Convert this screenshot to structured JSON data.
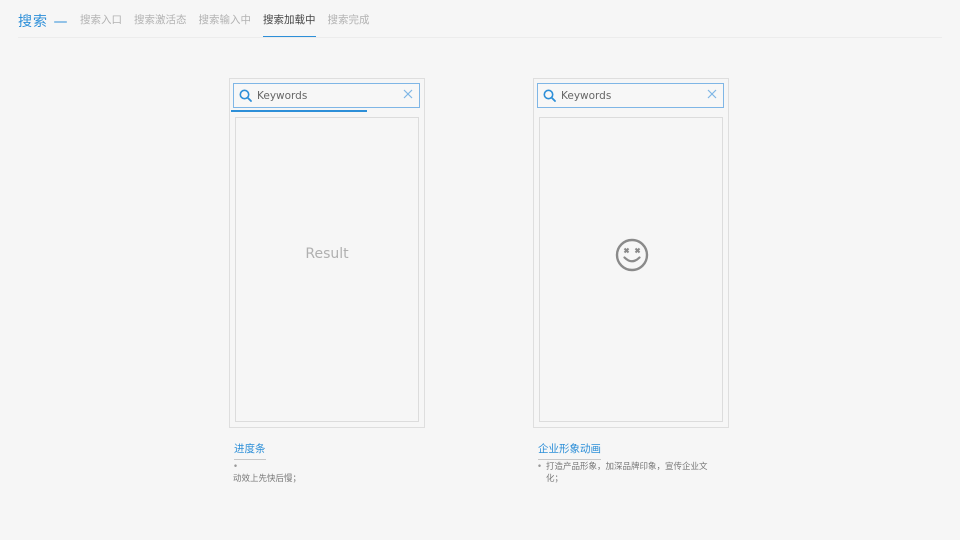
{
  "header": {
    "title": "搜索 —",
    "tabs": [
      {
        "label": "搜索入口",
        "active": false
      },
      {
        "label": "搜索激活态",
        "active": false
      },
      {
        "label": "搜索输入中",
        "active": false
      },
      {
        "label": "搜索加载中",
        "active": true
      },
      {
        "label": "搜索完成",
        "active": false
      }
    ]
  },
  "left_screen": {
    "search_placeholder": "Keywords",
    "progress_fraction": 0.7,
    "result_text": "Result",
    "caption": "进度条",
    "note": "动效上先快后慢；"
  },
  "right_screen": {
    "search_placeholder": "Keywords",
    "content_icon": "dizzy-smiley-icon",
    "caption": "企业形象动画",
    "note": "打造产品形象，加深品牌印象，宣传企业文化；"
  },
  "colors": {
    "accent": "#2d8fd8",
    "background": "#f6f6f6",
    "border": "#dedede",
    "muted_text": "#b2b2b2"
  }
}
